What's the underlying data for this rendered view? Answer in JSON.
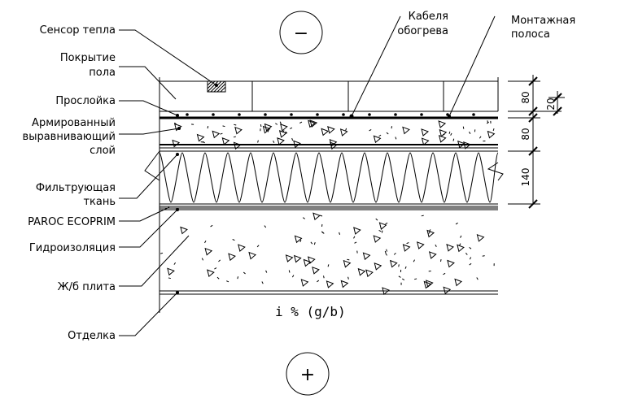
{
  "labels": {
    "sensor": "Сенсор тепла",
    "floor_1": "Покрытие",
    "floor_2": "пола",
    "interlayer": "Прослойка",
    "screed_1": "Армированный",
    "screed_2": "выравнивающий",
    "screed_3": "слой",
    "filter_1": "Фильтрующая",
    "filter_2": "ткань",
    "paroc": "PAROC ECOPRIM",
    "waterproof": "Гидроизоляция",
    "slab": "Ж/б плита",
    "finish": "Отделка",
    "cables_1": "Кабеля",
    "cables_2": "обогрева",
    "strip_1": "Монтажная",
    "strip_2": "полоса"
  },
  "slope_label": "i % (g/b)",
  "symbols": {
    "minus": "−",
    "plus": "+"
  },
  "dimensions": {
    "top_layer": "80",
    "top_small": "20",
    "screed": "80",
    "insulation": "140"
  }
}
